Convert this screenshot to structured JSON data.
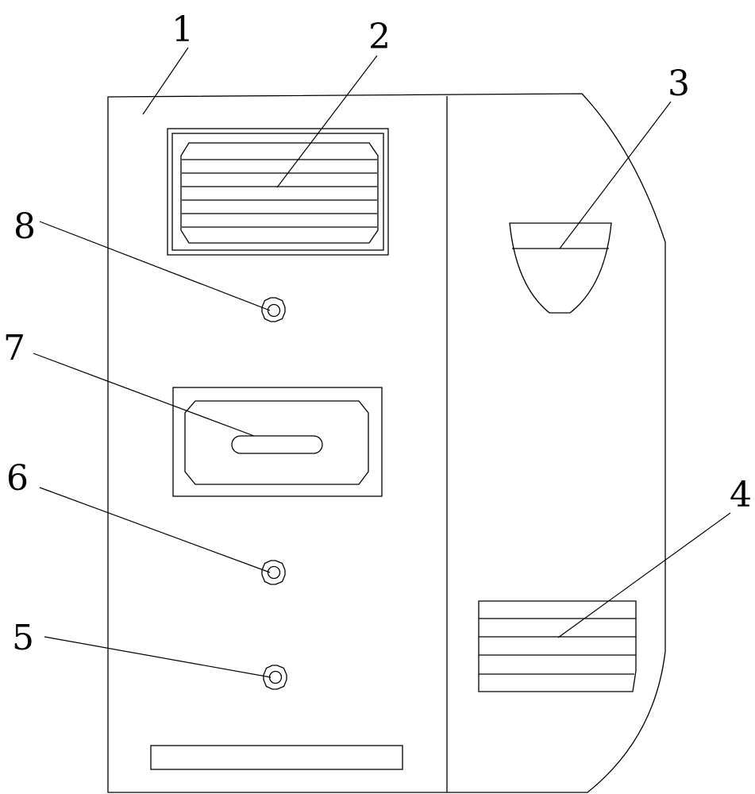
{
  "labels": {
    "1": "1",
    "2": "2",
    "3": "3",
    "4": "4",
    "5": "5",
    "6": "6",
    "7": "7",
    "8": "8"
  },
  "colors": {
    "line": "#000000",
    "background": "#ffffff"
  }
}
